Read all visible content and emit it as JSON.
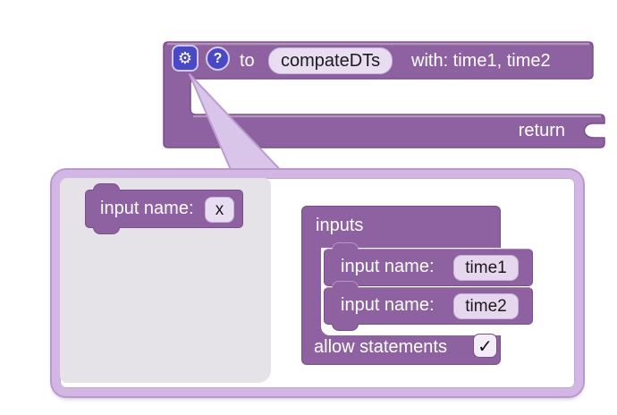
{
  "procedure_block": {
    "keyword_to": "to",
    "name_field": "compateDTs",
    "params_label": "with: time1, time2",
    "return_label": "return"
  },
  "mutator": {
    "flyout_block": {
      "label": "input name:",
      "field": "x"
    },
    "container_block": {
      "title": "inputs",
      "items": [
        {
          "label": "input name:",
          "field": "time1"
        },
        {
          "label": "input name:",
          "field": "time2"
        }
      ],
      "statements_label": "allow statements",
      "statements_checked": "✓"
    }
  },
  "icons": {
    "gear": "⚙",
    "help": "?"
  },
  "colors": {
    "block_purple": "#8e61a0",
    "block_border": "#7a4e8d",
    "bubble_border": "#d2b6e3",
    "bubble_tail": "#dac5ea",
    "field_bg": "#e9ddf2",
    "icon_blue": "#4a49c5",
    "flyout_gray": "#e5e3e7",
    "checkbox_bg": "#f3edf8"
  }
}
